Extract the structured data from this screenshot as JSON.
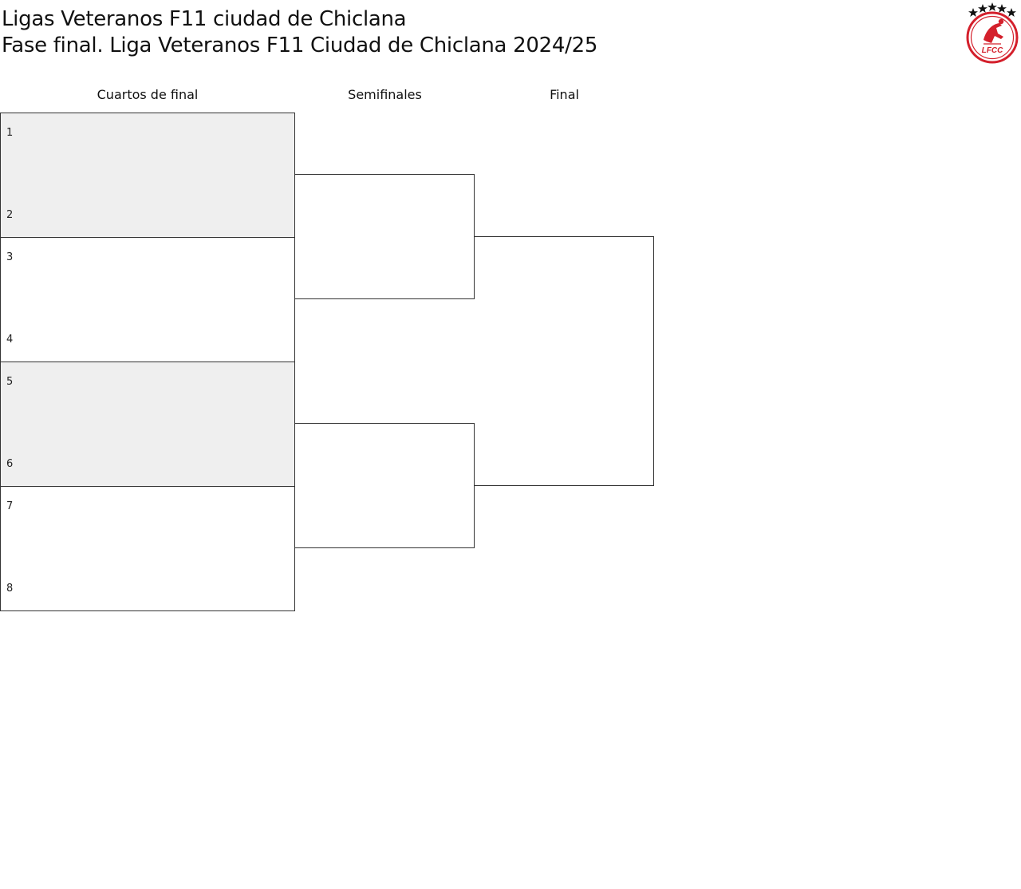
{
  "header": {
    "title": "Ligas Veteranos F11 ciudad de Chiclana",
    "subtitle": "Fase final. Liga Veteranos F11 Ciudad de Chiclana 2024/25"
  },
  "logo": {
    "text": "LFCC",
    "icon": "club-crest-icon",
    "stars": 5,
    "color": "#d4202c"
  },
  "rounds": {
    "quarterfinals": "Cuartos de final",
    "semifinals": "Semifinales",
    "final": "Final"
  },
  "quarterfinals": [
    {
      "top_seed": "1",
      "bottom_seed": "2"
    },
    {
      "top_seed": "3",
      "bottom_seed": "4"
    },
    {
      "top_seed": "5",
      "bottom_seed": "6"
    },
    {
      "top_seed": "7",
      "bottom_seed": "8"
    }
  ],
  "colors": {
    "shaded_row": "#efefef",
    "line": "#333333"
  }
}
